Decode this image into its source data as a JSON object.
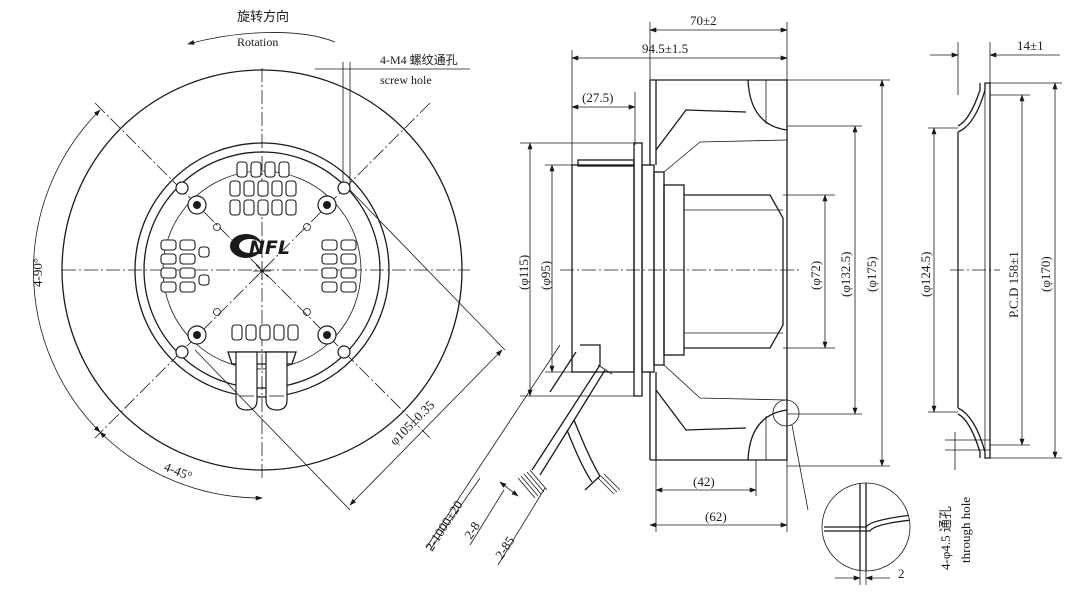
{
  "drawing": {
    "labels": {
      "rotation_cn": "旋转方向",
      "rotation_en": "Rotation",
      "screw_hole_cn": "4-M4 螺纹通孔",
      "screw_hole_en": "screw hole",
      "angle_90": "4-90°",
      "angle_45": "4-45°",
      "pcd_105": "φ105±0.35",
      "cable_length": "2-1000±20",
      "strip_8": "2-8",
      "strip_85": "2-85"
    },
    "side_view": {
      "dim_70": "70±2",
      "dim_94_5": "94.5±1.5",
      "dim_27_5": "(27.5)",
      "dim_115": "(φ115)",
      "dim_95": "(φ95)",
      "dim_72": "(φ72)",
      "dim_132_5": "(φ132.5)",
      "dim_175": "(φ175)",
      "dim_42": "(42)",
      "dim_62": "(62)",
      "detail_2": "2"
    },
    "ring_view": {
      "dim_14": "14±1",
      "dim_124_5": "(φ124.5)",
      "pcd_158": "P.C.D 158±1",
      "dim_170": "(φ170)",
      "through_hole_cn": "4-φ4.5 通孔",
      "through_hole_en": "through hole"
    },
    "logo_text": "NFL"
  }
}
